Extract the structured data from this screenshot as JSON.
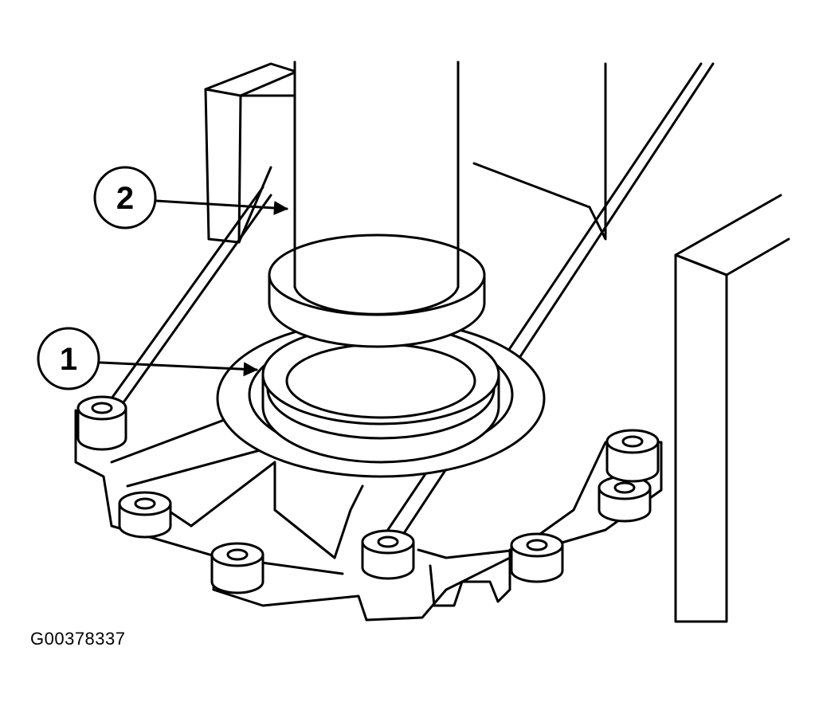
{
  "figure": {
    "id_text": "G00378337",
    "line_color": "#000000",
    "background": "#ffffff"
  },
  "callouts": [
    {
      "number": "1",
      "target": "seal"
    },
    {
      "number": "2",
      "target": "installer-tool"
    }
  ]
}
